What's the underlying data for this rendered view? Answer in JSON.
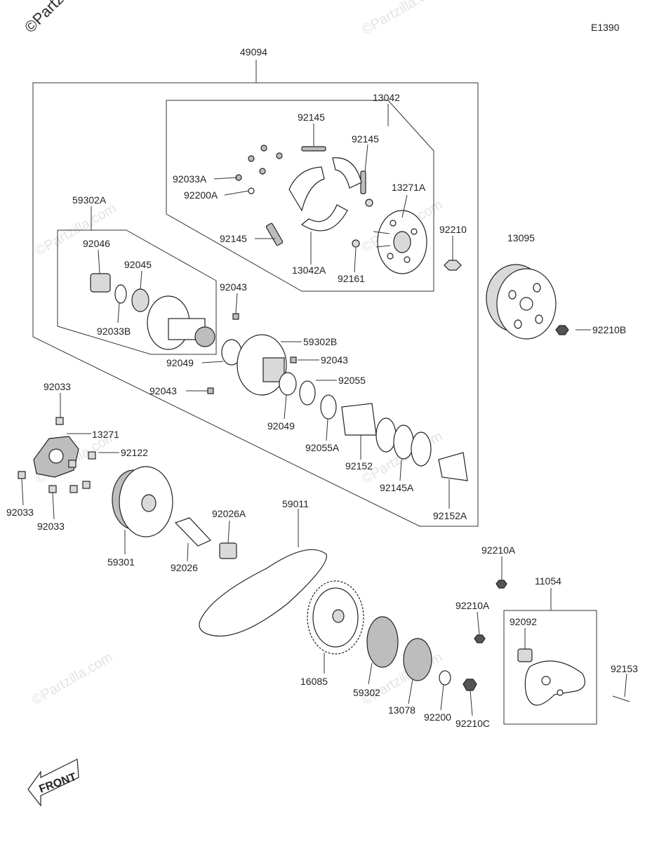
{
  "diagram_code": "E1390",
  "watermark": "©Partzilla.com",
  "front_label": "FRONT",
  "labels": {
    "p49094": "49094",
    "p13042": "13042",
    "p92145_a": "92145",
    "p92145_b": "92145",
    "p92145_c": "92145",
    "p92033A": "92033A",
    "p92200A": "92200A",
    "p13271A": "13271A",
    "p13042A": "13042A",
    "p92161": "92161",
    "p92210": "92210",
    "p13095": "13095",
    "p92210B": "92210B",
    "p59302A": "59302A",
    "p92046": "92046",
    "p92045": "92045",
    "p92033B": "92033B",
    "p92043_a": "92043",
    "p92043_b": "92043",
    "p92043_c": "92043",
    "p59302B": "59302B",
    "p92049_a": "92049",
    "p92049_b": "92049",
    "p92055": "92055",
    "p92055A": "92055A",
    "p92152": "92152",
    "p92145A": "92145A",
    "p92152A": "92152A",
    "p92033_a": "92033",
    "p13271": "13271",
    "p92122": "92122",
    "p92033_b": "92033",
    "p92033_c": "92033",
    "p59301": "59301",
    "p92026A": "92026A",
    "p92026": "92026",
    "p59011": "59011",
    "p16085": "16085",
    "p59302": "59302",
    "p13078": "13078",
    "p92200": "92200",
    "p92210C": "92210C",
    "p92210A_a": "92210A",
    "p92210A_b": "92210A",
    "p11054": "11054",
    "p92092": "92092",
    "p92153": "92153"
  }
}
